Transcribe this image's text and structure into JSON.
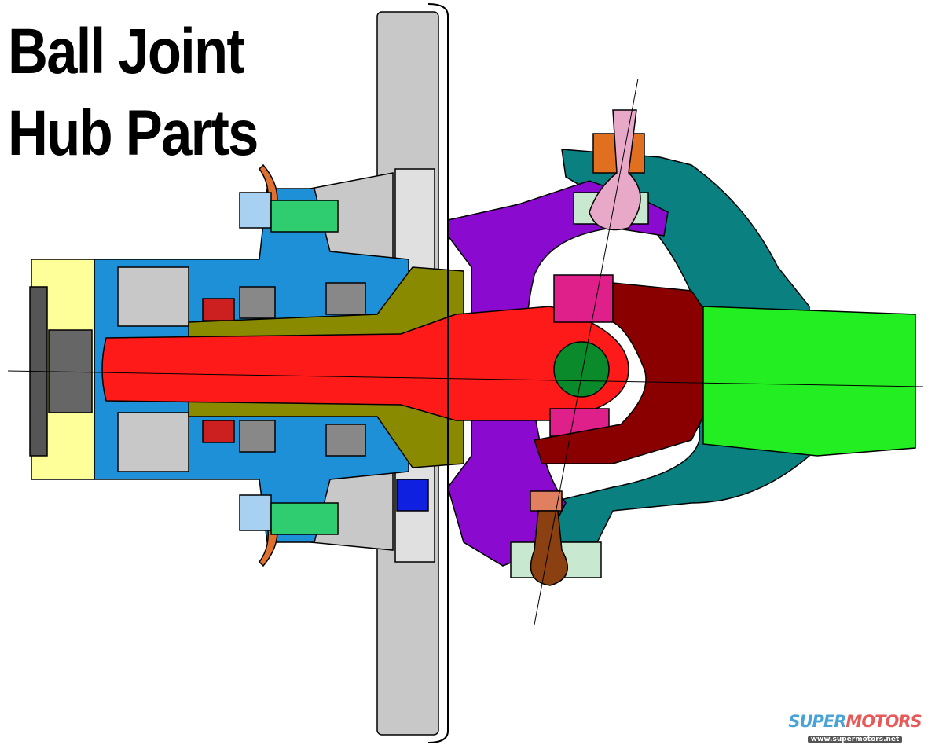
{
  "title": {
    "line1": "Ball Joint",
    "line2": "Hub Parts"
  },
  "watermark": {
    "brand_part1": "SUPER",
    "brand_part2": "MOTORS",
    "url": "www.supermotors.net"
  },
  "colors": {
    "hub": "#1e90d8",
    "axle": "#ff1a1a",
    "spindle": "#8a8a00",
    "knuckle": "#8a0ad0",
    "arm": "#0a8080",
    "yoke": "#8a0000",
    "shaft": "#22ee22",
    "rotor": "#c8c8c8",
    "cap": "#ffff99"
  }
}
